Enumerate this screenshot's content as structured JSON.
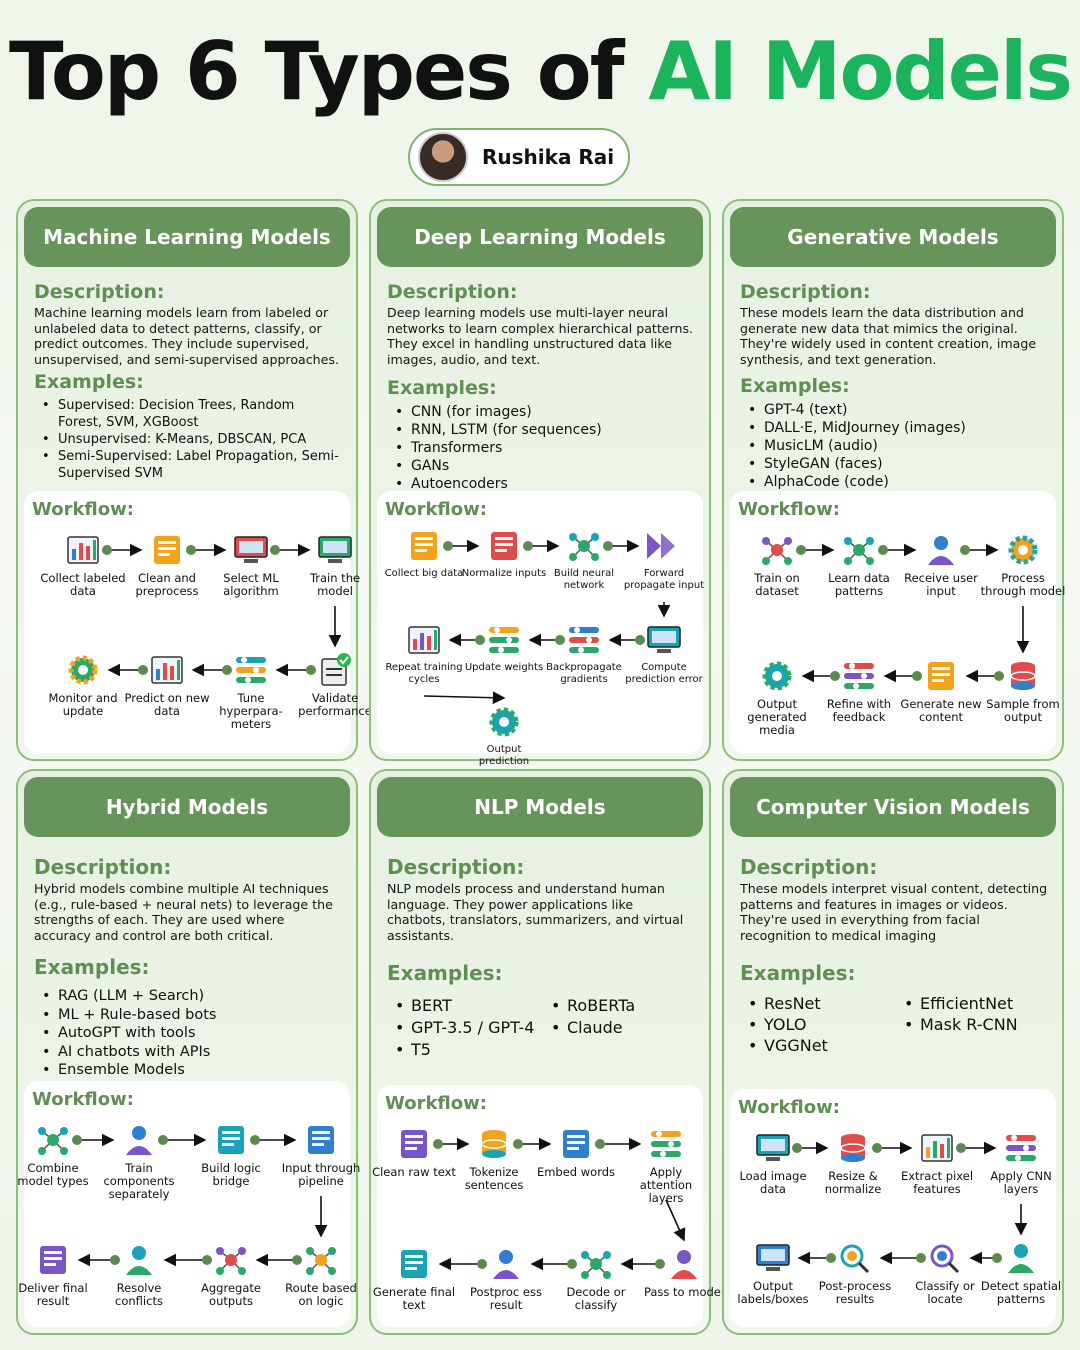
{
  "header": {
    "title_main": "Top 6 Types of",
    "title_accent": "AI Models",
    "author": "Rushika Rai"
  },
  "colors": {
    "accent": "#1bb35c",
    "card_header": "#67945a",
    "section_title": "#5f8f53",
    "card_border": "#8cbf78"
  },
  "labels": {
    "description": "Description:",
    "examples": "Examples:",
    "workflow": "Workflow:"
  },
  "cards": [
    {
      "title": "Machine Learning Models",
      "description": "Machine learning models learn from labeled or unlabeled data to detect patterns, classify, or predict outcomes. They include supervised, unsupervised, and semi-supervised approaches.",
      "examples": [
        "Supervised: Decision Trees, Random Forest, SVM, XGBoost",
        "Unsupervised: K-Means, DBSCAN, PCA",
        "Semi-Supervised: Label Propagation, Semi-Supervised SVM"
      ],
      "workflow": [
        {
          "label": "Collect labeled data",
          "icon": "chart-icon"
        },
        {
          "label": "Clean and preprocess",
          "icon": "bottles-icon"
        },
        {
          "label": "Select ML algorithm",
          "icon": "monitor-icon"
        },
        {
          "label": "Train the model",
          "icon": "person-laptop-icon"
        },
        {
          "label": "Validate performance",
          "icon": "check-document-icon"
        },
        {
          "label": "Tune hyperpara-meters",
          "icon": "sliders-icon"
        },
        {
          "label": "Predict on new data",
          "icon": "bar-chart-icon"
        },
        {
          "label": "Monitor and update",
          "icon": "gear-icon"
        }
      ]
    },
    {
      "title": "Deep Learning Models",
      "description": "Deep learning models use multi-layer neural networks to learn complex hierarchical patterns. They excel in handling unstructured data like images, audio, and text.",
      "examples": [
        "CNN (for images)",
        "RNN, LSTM (for sequences)",
        "Transformers",
        "GANs",
        "Autoencoders"
      ],
      "workflow": [
        {
          "label": "Collect big data",
          "icon": "chip-icon"
        },
        {
          "label": "Normalize inputs",
          "icon": "upload-icon"
        },
        {
          "label": "Build neural network",
          "icon": "network-icon"
        },
        {
          "label": "Forward propagate input",
          "icon": "forward-icon"
        },
        {
          "label": "Compute prediction error",
          "icon": "error-laptop-icon"
        },
        {
          "label": "Backpropagate gradients",
          "icon": "check-layers-icon"
        },
        {
          "label": "Update weights",
          "icon": "sliders-icon"
        },
        {
          "label": "Repeat training cycles",
          "icon": "chart-icon"
        },
        {
          "label": "Output prediction",
          "icon": "gear-icon"
        }
      ]
    },
    {
      "title": "Generative Models",
      "description": "These models learn the data distribution and generate new data that mimics the original. They're widely used in content creation, image synthesis, and text generation.",
      "examples": [
        "GPT-4 (text)",
        "DALL·E, MidJourney (images)",
        "MusicLM (audio)",
        "StyleGAN (faces)",
        "AlphaCode (code)"
      ],
      "workflow": [
        {
          "label": "Train on dataset",
          "icon": "network-icon"
        },
        {
          "label": "Learn data patterns",
          "icon": "brain-icon"
        },
        {
          "label": "Receive user input",
          "icon": "user-icon"
        },
        {
          "label": "Process through model",
          "icon": "gear-icon"
        },
        {
          "label": "Sample from output",
          "icon": "database-icon"
        },
        {
          "label": "Generate new content",
          "icon": "hand-document-icon"
        },
        {
          "label": "Refine with feedback",
          "icon": "sliders-icon"
        },
        {
          "label": "Output generated media",
          "icon": "clock-gear-icon"
        }
      ]
    },
    {
      "title": "Hybrid Models",
      "description": "Hybrid models combine multiple AI techniques (e.g., rule-based + neural nets) to leverage the strengths of each. They are used where accuracy and control are both critical.",
      "examples": [
        "RAG (LLM + Search)",
        "ML + Rule-based bots",
        "AutoGPT with tools",
        "AI chatbots with APIs",
        "Ensemble Models"
      ],
      "workflow": [
        {
          "label": "Combine model types",
          "icon": "puzzle-icon"
        },
        {
          "label": "Train components separately",
          "icon": "people-icon"
        },
        {
          "label": "Build logic bridge",
          "icon": "bridge-icon"
        },
        {
          "label": "Input through pipeline",
          "icon": "pipeline-icon"
        },
        {
          "label": "Route based on logic",
          "icon": "flow-icon"
        },
        {
          "label": "Aggregate outputs",
          "icon": "flow-icon"
        },
        {
          "label": "Resolve conflicts",
          "icon": "handshake-icon"
        },
        {
          "label": "Deliver final result",
          "icon": "report-icon"
        }
      ]
    },
    {
      "title": "NLP Models",
      "description": "NLP models process and understand human language. They power applications like chatbots, translators, summarizers, and virtual assistants.",
      "examples": [
        "BERT",
        "GPT-3.5 / GPT-4",
        "T5",
        "RoBERTa",
        "Claude"
      ],
      "workflow": [
        {
          "label": "Clean raw text",
          "icon": "broom-icon"
        },
        {
          "label": "Tokenize sentences",
          "icon": "coins-icon"
        },
        {
          "label": "Embed words",
          "icon": "code-icon"
        },
        {
          "label": "Apply attention layers",
          "icon": "layers-icon"
        },
        {
          "label": "Pass to model",
          "icon": "people-icon"
        },
        {
          "label": "Decode or classify",
          "icon": "shapes-icon"
        },
        {
          "label": "Postproc ess result",
          "icon": "user-icon"
        },
        {
          "label": "Generate final text",
          "icon": "ai-document-icon"
        }
      ]
    },
    {
      "title": "Computer Vision Models",
      "description": "These models interpret visual content, detecting patterns and features in images or videos. They're used in everything from facial recognition to medical imaging",
      "examples": [
        "ResNet",
        "YOLO",
        "VGGNet",
        "EfficientNet",
        "Mask R-CNN"
      ],
      "workflow": [
        {
          "label": "Load image data",
          "icon": "image-icon"
        },
        {
          "label": "Resize & normalize",
          "icon": "database-icon"
        },
        {
          "label": "Extract pixel features",
          "icon": "scatter-icon"
        },
        {
          "label": "Apply CNN layers",
          "icon": "layers-icon"
        },
        {
          "label": "Detect spatial patterns",
          "icon": "head-icon"
        },
        {
          "label": "Classify or locate",
          "icon": "search-icon"
        },
        {
          "label": "Post-process results",
          "icon": "bulb-icon"
        },
        {
          "label": "Output labels/boxes",
          "icon": "monitor-icon"
        }
      ]
    }
  ]
}
